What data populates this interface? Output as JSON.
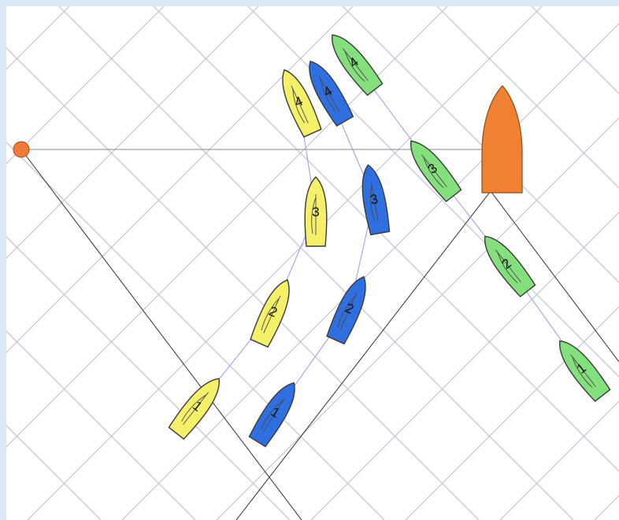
{
  "colors": {
    "frame": "#dbe9f5",
    "board": "#ffffff",
    "grid": "#c7cdd8",
    "yellow_boat": "#f5f06a",
    "blue_boat": "#2f6fe0",
    "green_boat": "#84e07c",
    "committee_boat": "#f08032",
    "pin_mark": "#f07a3a"
  },
  "marks": [
    {
      "id": "pin-mark",
      "shape": "circle",
      "color": "#f07a3a"
    },
    {
      "id": "committee-boat",
      "shape": "boat",
      "color": "#f08032"
    }
  ],
  "boats": [
    {
      "id": "yellow",
      "color": "#f5f06a",
      "positions": [
        {
          "label": "1"
        },
        {
          "label": "2"
        },
        {
          "label": "3"
        },
        {
          "label": "4"
        }
      ]
    },
    {
      "id": "blue",
      "color": "#2f6fe0",
      "positions": [
        {
          "label": "1"
        },
        {
          "label": "2"
        },
        {
          "label": "3"
        },
        {
          "label": "4"
        }
      ]
    },
    {
      "id": "green",
      "color": "#84e07c",
      "positions": [
        {
          "label": "1"
        },
        {
          "label": "2"
        },
        {
          "label": "3"
        },
        {
          "label": "4"
        }
      ]
    }
  ]
}
